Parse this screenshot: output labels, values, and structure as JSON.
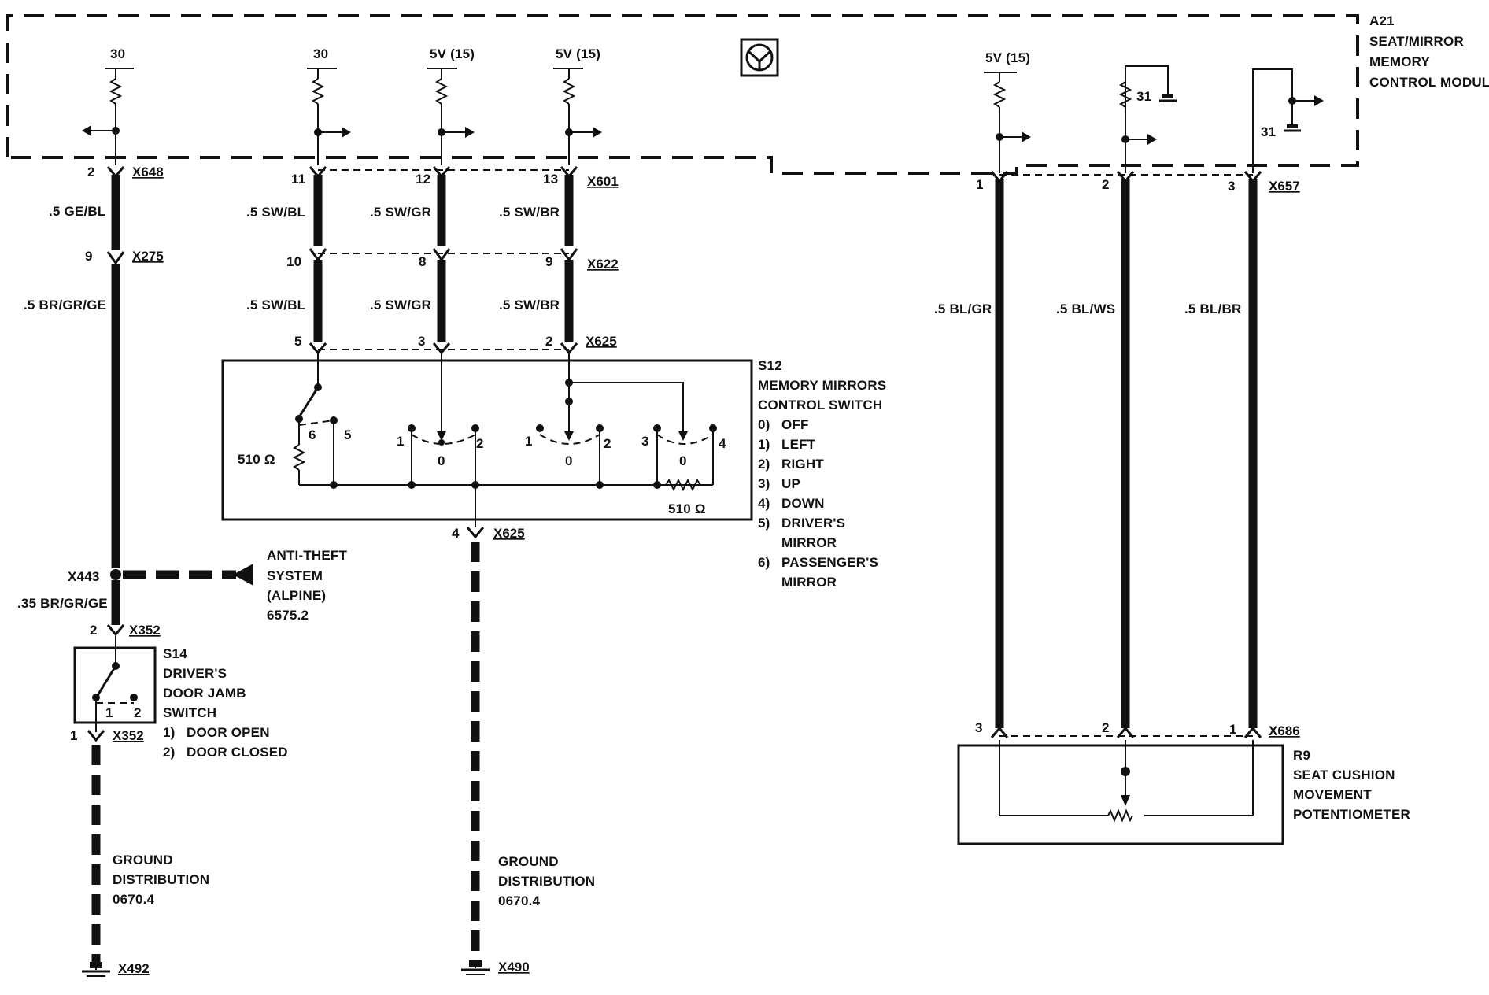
{
  "module": {
    "id": "A21",
    "lines": [
      "SEAT/MIRROR",
      "MEMORY",
      "CONTROL MODULE"
    ]
  },
  "supply": {
    "s30a": "30",
    "s30b": "30",
    "s5v1": "5V (15)",
    "s5v2": "5V (15)",
    "s5v3": "5V (15)",
    "g31a": "31",
    "g31b": "31"
  },
  "connectors": {
    "x648": "X648",
    "x601": "X601",
    "x657": "X657",
    "x275": "X275",
    "x622": "X622",
    "x625a": "X625",
    "x625b": "X625",
    "x443": "X443",
    "x352a": "X352",
    "x352b": "X352",
    "x686": "X686",
    "x492": "X492",
    "x490": "X490"
  },
  "pins": {
    "p2a": "2",
    "p11": "11",
    "p12": "12",
    "p13": "13",
    "p9a": "9",
    "p10": "10",
    "p8": "8",
    "p9b": "9",
    "p5a": "5",
    "p3a": "3",
    "p2b": "2",
    "p1a": "1",
    "p2c": "2",
    "p3b": "3",
    "p4": "4",
    "p2d": "2",
    "p1b": "1",
    "p3c": "3",
    "p2e": "2",
    "p1c": "1"
  },
  "wires": {
    "w1": ".5 GE/BL",
    "w2": ".5 BR/GR/GE",
    "w3": ".35 BR/GR/GE",
    "w4": ".5 SW/BL",
    "w5": ".5 SW/GR",
    "w6": ".5 SW/BR",
    "w7": ".5 SW/BL",
    "w8": ".5 SW/GR",
    "w9": ".5 SW/BR",
    "w10": ".5 BL/GR",
    "w11": ".5 BL/WS",
    "w12": ".5 BL/BR"
  },
  "s12": {
    "id": "S12",
    "lines": [
      "MEMORY MIRRORS",
      "CONTROL SWITCH"
    ],
    "legend": [
      {
        "n": "0)",
        "t": "OFF"
      },
      {
        "n": "1)",
        "t": "LEFT"
      },
      {
        "n": "2)",
        "t": "RIGHT"
      },
      {
        "n": "3)",
        "t": "UP"
      },
      {
        "n": "4)",
        "t": "DOWN"
      },
      {
        "n": "5)",
        "t": "DRIVER'S"
      },
      {
        "n": "",
        "t": "MIRROR"
      },
      {
        "n": "6)",
        "t": "PASSENGER'S"
      },
      {
        "n": "",
        "t": "MIRROR"
      }
    ],
    "r1": "510 Ω",
    "r2": "510 Ω",
    "c6": "6",
    "c5": "5",
    "a1": "1",
    "a0": "0",
    "a2": "2",
    "b1": "1",
    "b0": "0",
    "b2": "2",
    "d3": "3",
    "d0": "0",
    "d4": "4"
  },
  "antitheft": {
    "lines": [
      "ANTI-THEFT",
      "SYSTEM",
      "(ALPINE)",
      "6575.2"
    ]
  },
  "s14": {
    "id": "S14",
    "lines": [
      "DRIVER'S",
      "DOOR JAMB",
      "SWITCH"
    ],
    "legend": [
      {
        "n": "1)",
        "t": "DOOR OPEN"
      },
      {
        "n": "2)",
        "t": "DOOR CLOSED"
      }
    ],
    "c1": "1",
    "c2": "2"
  },
  "r9": {
    "id": "R9",
    "lines": [
      "SEAT CUSHION",
      "MOVEMENT",
      "POTENTIOMETER"
    ]
  },
  "ground1": {
    "lines": [
      "GROUND",
      "DISTRIBUTION",
      "0670.4"
    ]
  },
  "ground2": {
    "lines": [
      "GROUND",
      "DISTRIBUTION",
      "0670.4"
    ]
  }
}
